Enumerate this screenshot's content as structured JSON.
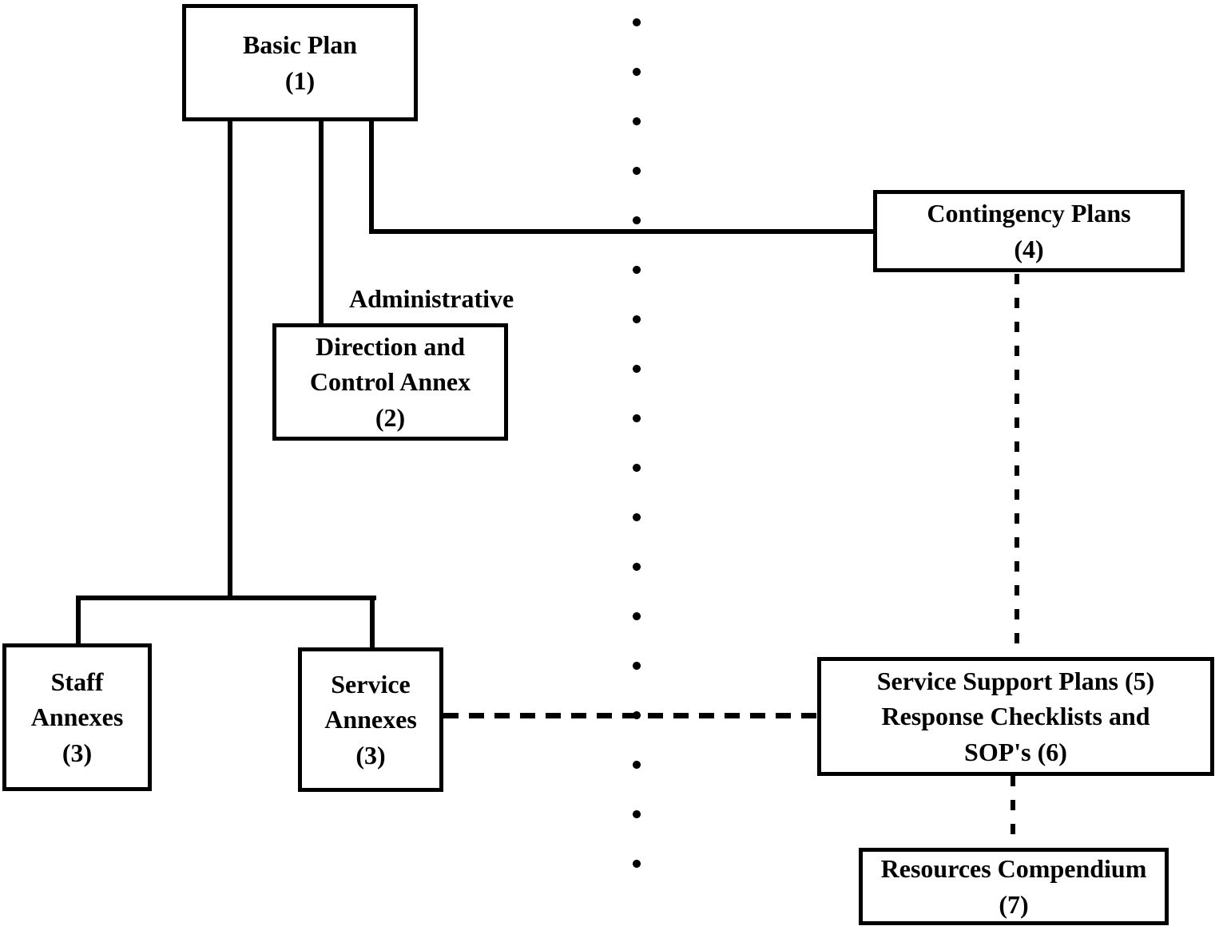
{
  "diagram": {
    "type": "org-chart",
    "background_color": "#ffffff",
    "line_color": "#000000",
    "text_color": "#000000",
    "nodes": {
      "basic_plan": {
        "lines": [
          "Basic Plan",
          "(1)"
        ]
      },
      "contingency_plans": {
        "lines": [
          "Contingency Plans",
          "(4)"
        ]
      },
      "direction_control_annex": {
        "lines": [
          "Direction and",
          "Control Annex",
          "(2)"
        ]
      },
      "staff_annexes": {
        "lines": [
          "Staff",
          "Annexes",
          "(3)"
        ]
      },
      "service_annexes": {
        "lines": [
          "Service",
          "Annexes",
          "(3)"
        ]
      },
      "service_support_plans": {
        "lines": [
          "Service Support Plans (5)",
          "Response Checklists and",
          "SOP's (6)"
        ]
      },
      "resources_compendium": {
        "lines": [
          "Resources Compendium",
          "(7)"
        ]
      }
    },
    "annotations": {
      "administrative": "Administrative"
    },
    "connector_styles": {
      "hierarchy": "solid",
      "support_relation": "dashed",
      "divider": "dotted"
    }
  }
}
